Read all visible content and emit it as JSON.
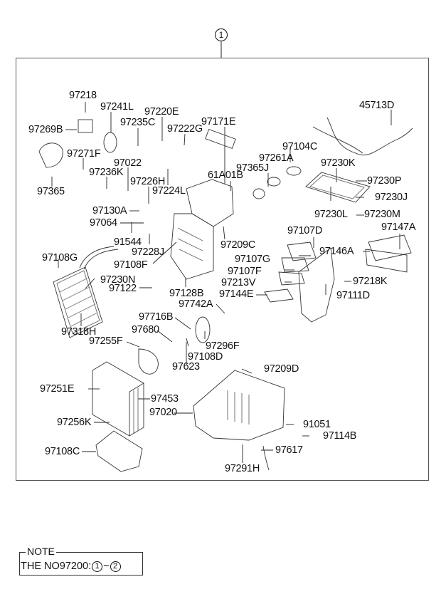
{
  "diagram": {
    "reference_number": "1",
    "part_labels": [
      {
        "id": "p1",
        "text": "97218"
      },
      {
        "id": "p2",
        "text": "97241L"
      },
      {
        "id": "p3",
        "text": "97220E"
      },
      {
        "id": "p4",
        "text": "97171E"
      },
      {
        "id": "p5",
        "text": "45713D"
      },
      {
        "id": "p6",
        "text": "97269B"
      },
      {
        "id": "p7",
        "text": "97235C"
      },
      {
        "id": "p8",
        "text": "97222G"
      },
      {
        "id": "p9",
        "text": "97271F"
      },
      {
        "id": "p10",
        "text": "97022"
      },
      {
        "id": "p11",
        "text": "97236K"
      },
      {
        "id": "p12",
        "text": "97226H"
      },
      {
        "id": "p13",
        "text": "97365"
      },
      {
        "id": "p14",
        "text": "97224L"
      },
      {
        "id": "p15",
        "text": "61A01B"
      },
      {
        "id": "p16",
        "text": "97365J"
      },
      {
        "id": "p17",
        "text": "97261A"
      },
      {
        "id": "p18",
        "text": "97104C"
      },
      {
        "id": "p19",
        "text": "97230K"
      },
      {
        "id": "p20",
        "text": "97230P"
      },
      {
        "id": "p21",
        "text": "97230J"
      },
      {
        "id": "p22",
        "text": "97230L"
      },
      {
        "id": "p23",
        "text": "97230M"
      },
      {
        "id": "p24",
        "text": "97130A"
      },
      {
        "id": "p25",
        "text": "97064"
      },
      {
        "id": "p26",
        "text": "91544"
      },
      {
        "id": "p27",
        "text": "97228J"
      },
      {
        "id": "p28",
        "text": "97209C"
      },
      {
        "id": "p29",
        "text": "97108G"
      },
      {
        "id": "p30",
        "text": "97108F"
      },
      {
        "id": "p31",
        "text": "97107D"
      },
      {
        "id": "p32",
        "text": "97147A"
      },
      {
        "id": "p33",
        "text": "97107G"
      },
      {
        "id": "p34",
        "text": "97146A"
      },
      {
        "id": "p35",
        "text": "97230N"
      },
      {
        "id": "p36",
        "text": "97107F"
      },
      {
        "id": "p37",
        "text": "97122"
      },
      {
        "id": "p38",
        "text": "97213V"
      },
      {
        "id": "p39",
        "text": "97218K"
      },
      {
        "id": "p40",
        "text": "97128B"
      },
      {
        "id": "p41",
        "text": "97144E"
      },
      {
        "id": "p42",
        "text": "97111D"
      },
      {
        "id": "p43",
        "text": "97742A"
      },
      {
        "id": "p44",
        "text": "97716B"
      },
      {
        "id": "p45",
        "text": "97318H"
      },
      {
        "id": "p46",
        "text": "97680"
      },
      {
        "id": "p47",
        "text": "97255F"
      },
      {
        "id": "p48",
        "text": "97296F"
      },
      {
        "id": "p49",
        "text": "97108D"
      },
      {
        "id": "p50",
        "text": "97623"
      },
      {
        "id": "p51",
        "text": "97209D"
      },
      {
        "id": "p52",
        "text": "97251E"
      },
      {
        "id": "p53",
        "text": "97453"
      },
      {
        "id": "p54",
        "text": "97020"
      },
      {
        "id": "p55",
        "text": "91051"
      },
      {
        "id": "p56",
        "text": "97256K"
      },
      {
        "id": "p57",
        "text": "97114B"
      },
      {
        "id": "p58",
        "text": "97617"
      },
      {
        "id": "p59",
        "text": "97108C"
      },
      {
        "id": "p60",
        "text": "97291H"
      }
    ]
  },
  "note": {
    "title": "NOTE",
    "text_prefix": "THE NO97200:",
    "range_start": "1",
    "range_separator": "~",
    "range_end": "2"
  }
}
